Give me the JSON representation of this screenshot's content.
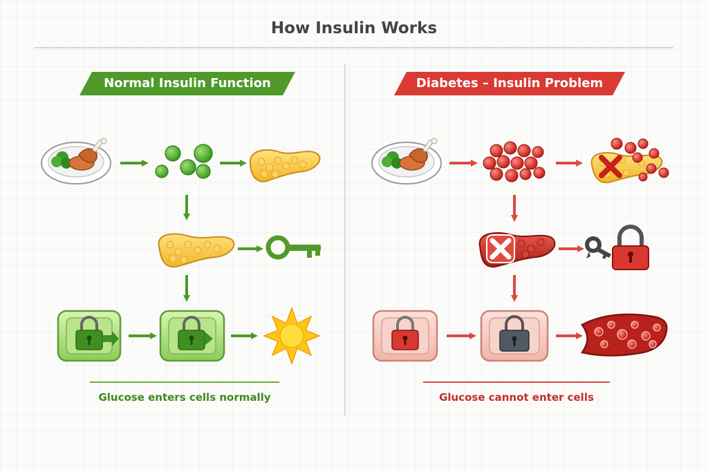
{
  "title": "How Insulin Works",
  "left": {
    "heading": "Normal Insulin Function",
    "caption": "Glucose enters cells normally",
    "color": "#4f9a2a"
  },
  "right": {
    "heading": "Diabetes – Insulin Problem",
    "caption": "Glucose cannot enter cells",
    "color": "#d93a34"
  },
  "icons": [
    "food-plate-icon",
    "glucose-molecules-icon",
    "pancreas-icon",
    "insulin-key-icon",
    "cell-lock-icon",
    "energy-sun-icon",
    "blocked-pancreas-icon",
    "broken-key-icon",
    "locked-padlock-icon",
    "blood-vessel-icon"
  ]
}
